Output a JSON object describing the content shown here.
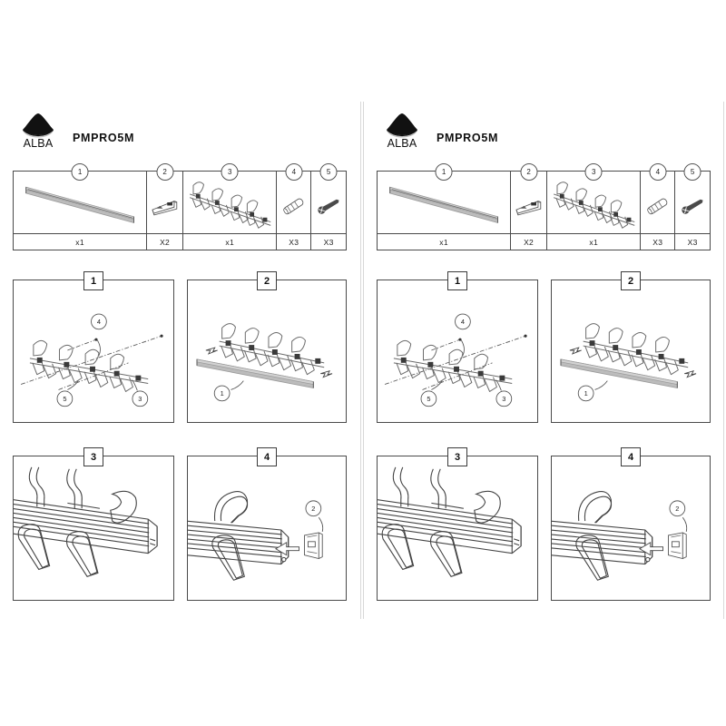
{
  "document": {
    "type": "assembly-instruction-sheet",
    "sheet_count": 2,
    "duplicate_layout": true
  },
  "brand": {
    "name": "ALBA",
    "logo_icon": "alba-mountain-logo",
    "model": "PMPRO5M"
  },
  "parts_table": {
    "columns": [
      {
        "number": "1",
        "qty": "x1",
        "icon": "aluminium-rail",
        "description": "Wall rail profile"
      },
      {
        "number": "2",
        "qty": "X2",
        "icon": "end-cap",
        "description": "End cap"
      },
      {
        "number": "3",
        "qty": "x1",
        "icon": "hook-bar-assembly",
        "description": "Hook bar with 5 hooks"
      },
      {
        "number": "4",
        "qty": "X3",
        "icon": "wall-plug",
        "description": "Wall plug / anchor"
      },
      {
        "number": "5",
        "qty": "X3",
        "icon": "screw",
        "description": "Screw"
      }
    ]
  },
  "steps": [
    {
      "number": "1",
      "callouts": [
        "4",
        "5",
        "3"
      ],
      "description": "Mount hook bar to wall with plugs and screws"
    },
    {
      "number": "2",
      "callouts": [
        "1"
      ],
      "description": "Slide rail profile onto the mounted hook bar"
    },
    {
      "number": "3",
      "callouts": [],
      "description": "Detail view of rail and hook engagement"
    },
    {
      "number": "4",
      "callouts": [
        "2"
      ],
      "description": "Push end cap into the rail end"
    }
  ],
  "colors": {
    "line": "#5a5a5a",
    "border": "#4a4a4a",
    "rail_fill": "#bcbcbc",
    "rail_top": "#d2d2d2",
    "text": "#1a1a1a",
    "logo": "#111111",
    "page_background": "#ffffff"
  }
}
